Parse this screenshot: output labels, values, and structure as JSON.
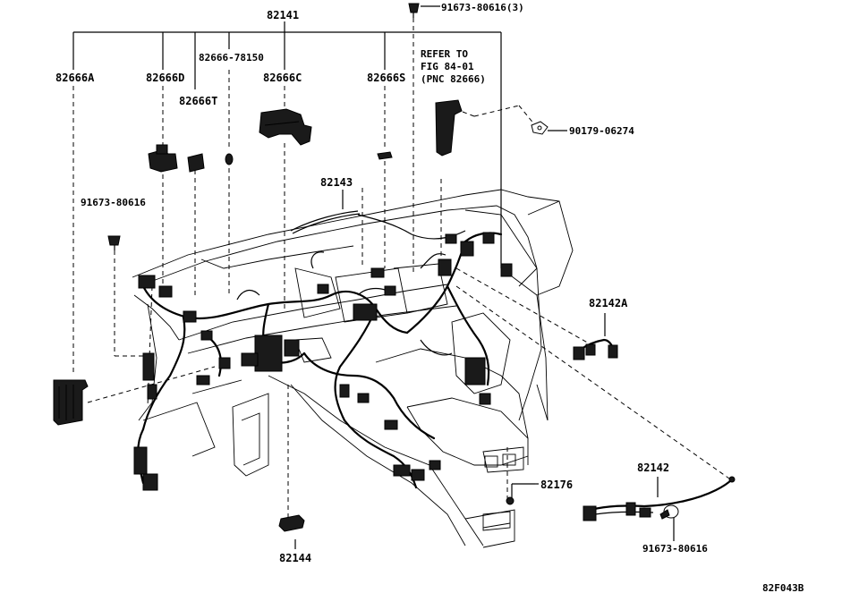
{
  "labels": {
    "p82141": "82141",
    "p91673_80616_3": "91673-80616(3)",
    "p82666A": "82666A",
    "p82666D": "82666D",
    "p82666_78150": "82666-78150",
    "p82666T": "82666T",
    "p82666C": "82666C",
    "p82666S": "82666S",
    "refer1": "REFER TO",
    "refer2": "FIG 84-01",
    "refer3": "(PNC 82666)",
    "p90179_06274": "90179-06274",
    "p82143": "82143",
    "p91673_80616_left": "91673-80616",
    "p82142A": "82142A",
    "p82142": "82142",
    "p82176": "82176",
    "p91673_80616_right": "91673-80616",
    "p82144": "82144",
    "figure_code": "82F043B"
  }
}
